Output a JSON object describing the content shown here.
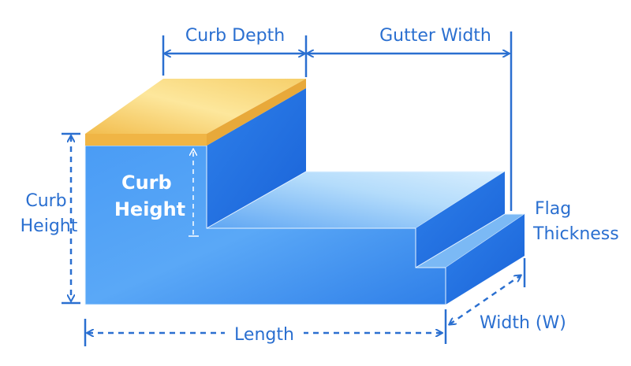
{
  "labels": {
    "curb_depth": "Curb Depth",
    "gutter_width": "Gutter Width",
    "curb_height_outer": [
      "Curb",
      "Height"
    ],
    "curb_height_inner": [
      "Curb",
      "Height"
    ],
    "flag_thickness": [
      "Flag",
      "Thickness"
    ],
    "width": "Width (W)",
    "length": "Length"
  },
  "colors": {
    "concrete_front": "#3d8ef0",
    "concrete_side": "#1f6fe0",
    "concrete_top": "#8cc4f7",
    "curb_cap": "#f3c25a",
    "dimension": "#2a6fd0"
  }
}
